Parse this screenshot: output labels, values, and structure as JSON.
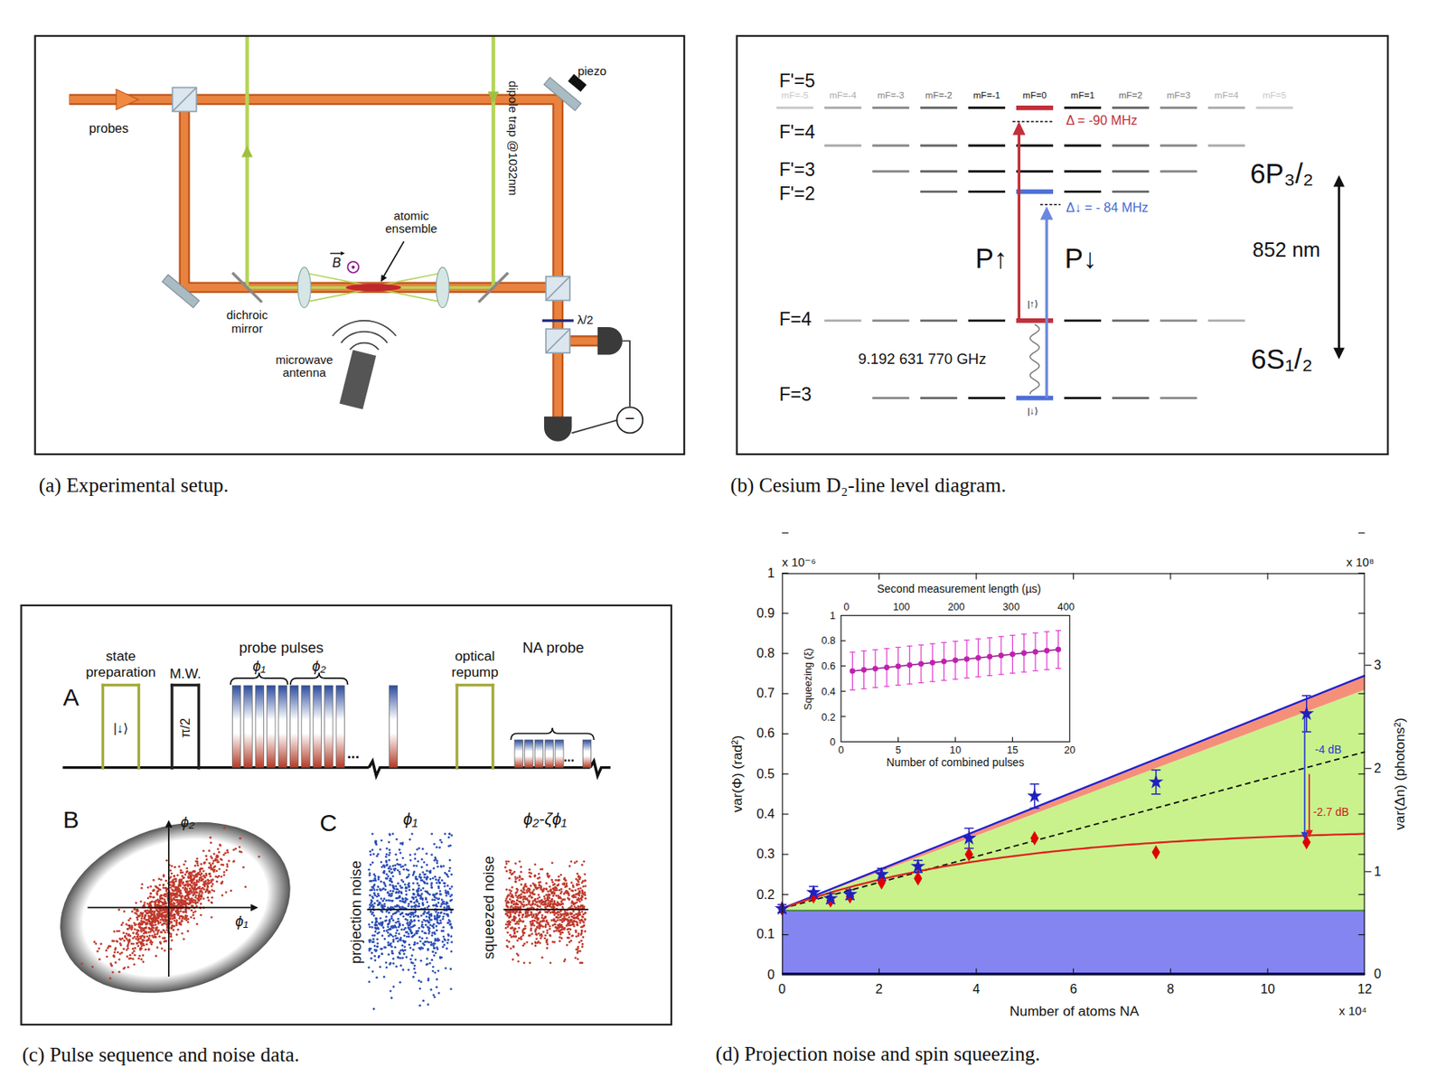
{
  "diagram": {
    "nodes": [
      {
        "text": [
          "(a) Experimental setup."
        ]
      },
      {
        "text": [
          "(b) Cesium D₂-line level diagram."
        ]
      },
      {
        "text": [
          "(c) Pulse sequence and noise data."
        ]
      },
      {
        "text": [
          "(d) Projection noise and spin squeezing."
        ]
      },
      {
        "text": [
          "state preparation",
          "|↓⟩"
        ],
        "in": 2
      },
      {
        "text": [
          "M.W.",
          "π/2"
        ],
        "in": 2
      },
      {
        "text": [
          "optical repump"
        ],
        "in": 2
      }
    ],
    "labels": [
      "probes",
      "piezo",
      "dipole trap @1032nm",
      "atomic ensemble",
      "B",
      "dichroic mirror",
      "microwave antenna",
      "λ/2",
      "−",
      "F'=5",
      "F'=4",
      "F'=3",
      "F'=2",
      "F=4",
      "F=3",
      "mF=-5",
      "mF=-4",
      "mF=-3",
      "mF=-2",
      "mF=-1",
      "mF=0",
      "mF=1",
      "mF=2",
      "mF=3",
      "mF=4",
      "mF=5",
      "Δ = -90 MHz",
      "Δ↓ = - 84 MHz",
      "P↑",
      "P↓",
      "6P₃/₂",
      "852 nm",
      "6S₁/₂",
      "9.192 631 770 GHz",
      "|↑⟩",
      "|↓⟩",
      "A",
      "probe pulses",
      "ϕ₁",
      "ϕ₂",
      "NA probe",
      "B",
      "ϕ₂",
      "ϕ₁",
      "C",
      "ϕ₁",
      "ϕ₂-ζϕ₁",
      "projection noise",
      "squeezed noise",
      "x 10⁻⁶",
      "0",
      "0.1",
      "0.2",
      "0.3",
      "0.4",
      "0.5",
      "0.6",
      "0.7",
      "0.8",
      "0.9",
      "1",
      "x 10⁸",
      "0",
      "1",
      "2",
      "3",
      "0",
      "2",
      "4",
      "6",
      "8",
      "10",
      "12",
      "x 10⁴",
      "Number of atoms NA",
      "var(Φ) (rad²)",
      "var(Δn) (photons²)",
      "-4 dB",
      "-2.7 dB",
      "Second measurement length (µs)",
      "0",
      "100",
      "200",
      "300",
      "400",
      "0",
      "0.2",
      "0.4",
      "0.6",
      "0.8",
      "1",
      "0",
      "5",
      "10",
      "15",
      "20",
      "Number of combined pulses",
      "Squeezing (ξ)",
      "...",
      "..."
    ]
  }
}
